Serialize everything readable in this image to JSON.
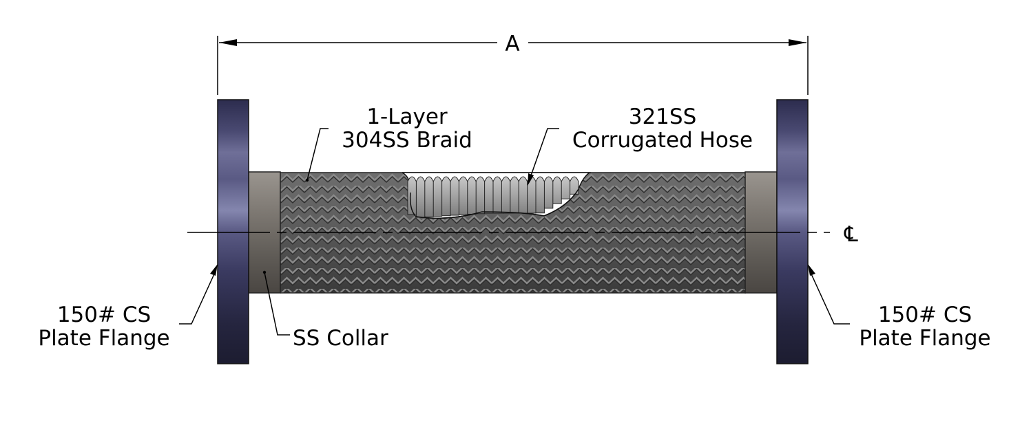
{
  "dimension": {
    "label": "A"
  },
  "centerline": {
    "label": "℄"
  },
  "labels": {
    "braid": {
      "line1": "1-Layer",
      "line2": "304SS Braid"
    },
    "hose": {
      "line1": "321SS",
      "line2": "Corrugated Hose"
    },
    "flange_left": {
      "line1": "150# CS",
      "line2": "Plate Flange"
    },
    "flange_right": {
      "line1": "150# CS",
      "line2": "Plate Flange"
    },
    "collar": {
      "text": "SS Collar"
    }
  },
  "colors": {
    "flange": "#3b3b64",
    "flange_highlight": "#7d7fa8",
    "collar": "#7a7570",
    "braid": "#5a5a5a",
    "hose": "#9a9a9a",
    "line": "#000000"
  }
}
